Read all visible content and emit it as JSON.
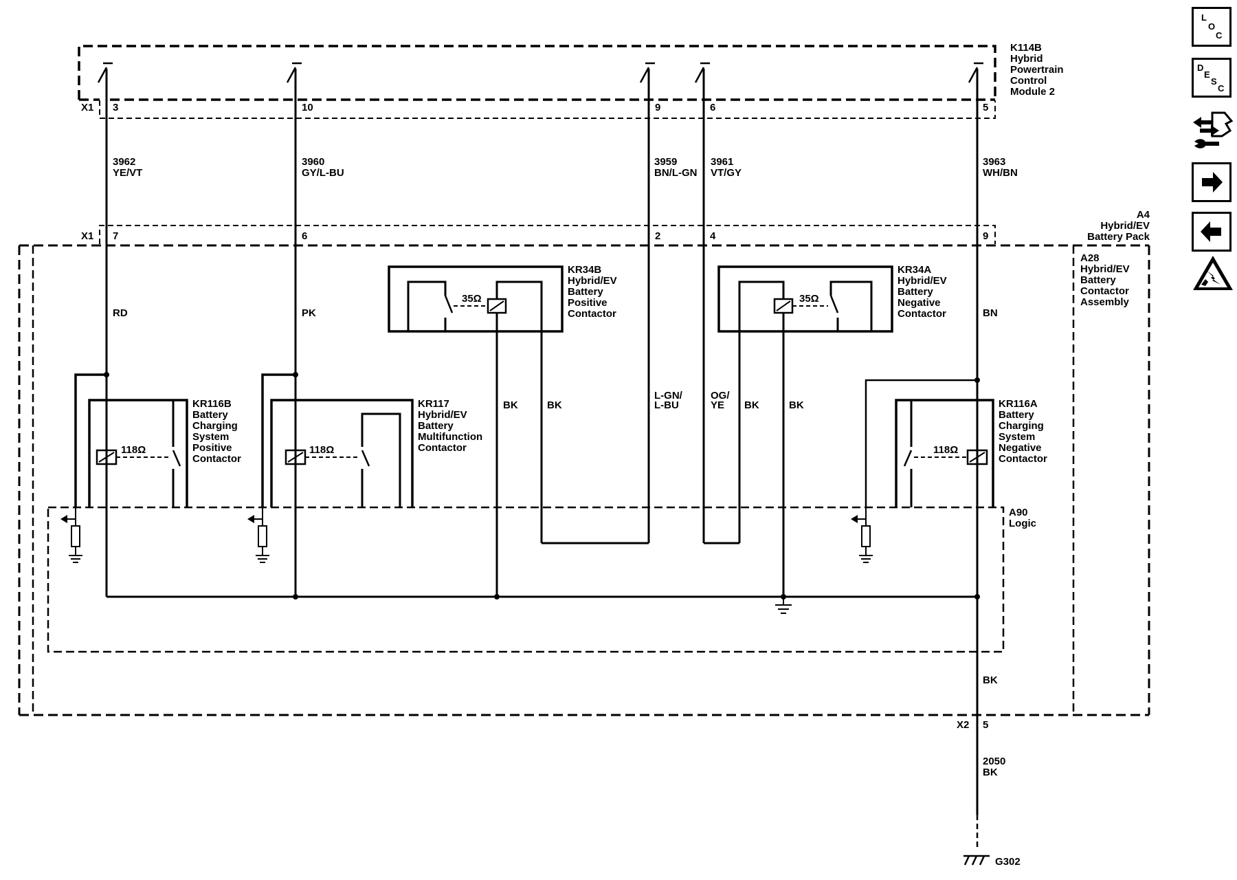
{
  "nav": {
    "loc": {
      "l1": "L",
      "l2": "O",
      "l3": "C"
    },
    "desc": {
      "l1": "D",
      "l2": "E",
      "l3": "S",
      "l4": "C"
    }
  },
  "modules": {
    "k114b": {
      "code": "K114B",
      "line1": "Hybrid",
      "line2": "Powertrain",
      "line3": "Control",
      "line4": "Module 2"
    },
    "a4": {
      "code": "A4",
      "line1": "Hybrid/EV",
      "line2": "Battery Pack"
    },
    "a28": {
      "code": "A28",
      "line1": "Hybrid/EV",
      "line2": "Battery",
      "line3": "Contactor",
      "line4": "Assembly"
    },
    "a90": {
      "code": "A90",
      "line1": "Logic"
    }
  },
  "connectors": {
    "x1_top": "X1",
    "x1_bottom": "X1",
    "x2": "X2"
  },
  "pins": {
    "top": [
      "3",
      "10",
      "9",
      "6",
      "5"
    ],
    "bottom": [
      "7",
      "6",
      "2",
      "4",
      "9"
    ],
    "x2": "5"
  },
  "circuits": [
    {
      "num": "3962",
      "color": "YE/VT"
    },
    {
      "num": "3960",
      "color": "GY/L-BU"
    },
    {
      "num": "3959",
      "color": "BN/L-GN"
    },
    {
      "num": "3961",
      "color": "VT/GY"
    },
    {
      "num": "3963",
      "color": "WH/BN"
    }
  ],
  "ground_circuit": {
    "num": "2050",
    "color": "BK",
    "ground": "G302"
  },
  "wire_colors": {
    "rd": "RD",
    "pk": "PK",
    "bn": "BN",
    "bk1": "BK",
    "bk2": "BK",
    "lgn1": "L-GN/",
    "lgn2": "L-BU",
    "og1": "OG/",
    "og2": "YE",
    "bk3": "BK",
    "bk4": "BK",
    "bk_bottom": "BK"
  },
  "components": {
    "kr34b": {
      "code": "KR34B",
      "line1": "Hybrid/EV",
      "line2": "Battery",
      "line3": "Positive",
      "line4": "Contactor",
      "ohm": "35Ω"
    },
    "kr34a": {
      "code": "KR34A",
      "line1": "Hybrid/EV",
      "line2": "Battery",
      "line3": "Negative",
      "line4": "Contactor",
      "ohm": "35Ω"
    },
    "kr116b": {
      "code": "KR116B",
      "line1": "Battery",
      "line2": "Charging",
      "line3": "System",
      "line4": "Positive",
      "line5": "Contactor",
      "ohm": "118Ω"
    },
    "kr117": {
      "code": "KR117",
      "line1": "Hybrid/EV",
      "line2": "Battery",
      "line3": "Multifunction",
      "line4": "Contactor",
      "ohm": "118Ω"
    },
    "kr116a": {
      "code": "KR116A",
      "line1": "Battery",
      "line2": "Charging",
      "line3": "System",
      "line4": "Negative",
      "line5": "Contactor",
      "ohm": "118Ω"
    }
  }
}
